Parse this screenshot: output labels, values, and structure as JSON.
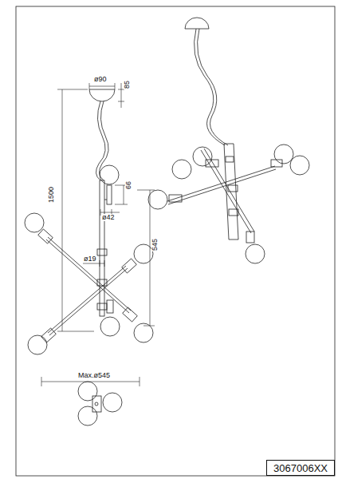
{
  "diagram": {
    "nodes": [
      {
        "text": [
          "3067006XX"
        ]
      }
    ],
    "edges": [],
    "labels": [
      "ø90",
      "85",
      "1500",
      "ø42",
      "66",
      "545",
      "ø19",
      "Max.ø545"
    ]
  }
}
